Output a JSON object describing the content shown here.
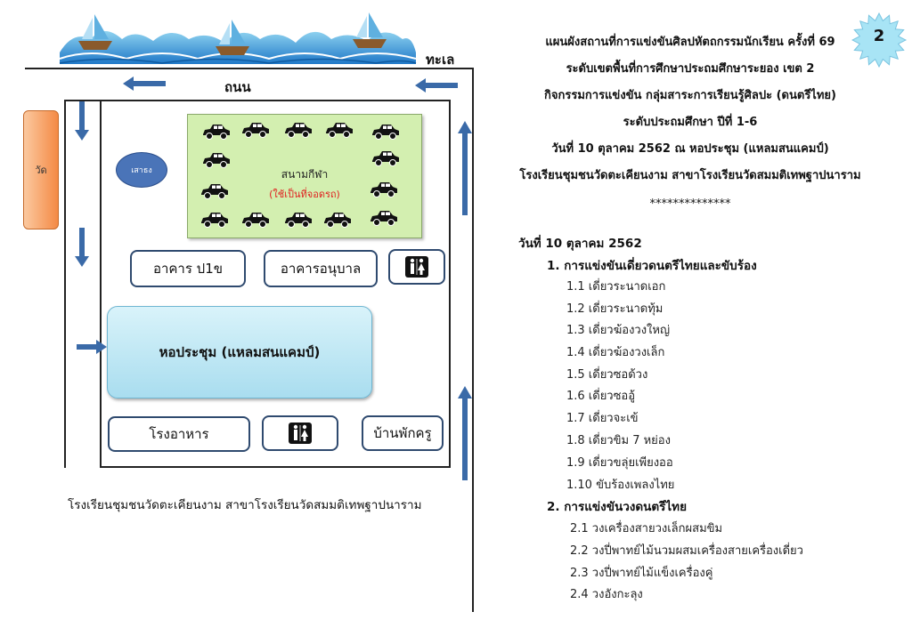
{
  "map": {
    "sea_label": "ทะเล",
    "road_label": "ถนน",
    "temple_label": "วัด",
    "flagpole_label": "เสาธง",
    "field_label": "สนามกีฬา",
    "field_note": "(ใช้เป็นที่จอดรถ)",
    "building_p1": "อาคาร ป1ข",
    "kindergarten": "อาคารอนุบาล",
    "hall": "หอประชุม (แหลมสนแคมป์)",
    "canteen": "โรงอาหาร",
    "teacher_house": "บ้านพักครู",
    "caption": "โรงเรียนชุมชนวัดตะเคียนงาม สาขาโรงเรียนวัดสมมติเทพฐาปนาราม"
  },
  "page_number": "2",
  "info": {
    "line1": "แผนผังสถานที่การแข่งขันศิลปหัตถกรรมนักเรียน ครั้งที่ 69",
    "line2": "ระดับเขตพื้นที่การศึกษาประถมศึกษาระยอง เขต 2",
    "line3": "กิจกรรมการแข่งขัน กลุ่มสาระการเรียนรู้ศิลปะ (ดนตรีไทย)",
    "line4": "ระดับประถมศึกษา ปีที่ 1-6",
    "line5": "วันที่ 10 ตุลาคม 2562 ณ หอประชุม (แหลมสนแคมป์)",
    "line6": "โรงเรียนชุมชนวัดตะเคียนงาม สาขาโรงเรียนวัดสมมติเทพฐาปนาราม",
    "separator": "**************"
  },
  "schedule": {
    "date": "วันที่ 10 ตุลาคม  2562",
    "section1_title": "1.  การแข่งขันเดี่ยวดนตรีไทยและขับร้อง",
    "section1_items": [
      "1.1 เดี่ยวระนาดเอก",
      "1.2 เดี่ยวระนาดทุ้ม",
      "1.3 เดี่ยวฆ้องวงใหญ่",
      "1.4 เดี่ยวฆ้องวงเล็ก",
      "1.5 เดี่ยวซอด้วง",
      "1.6 เดี่ยวซออู้",
      "1.7 เดี่ยวจะเข้",
      "1.8 เดี่ยวขิม 7 หย่อง",
      "1.9 เดี่ยวขลุ่ยเพียงออ",
      "1.10 ขับร้องเพลงไทย"
    ],
    "section2_title": "2.  การแข่งขันวงดนตรีไทย",
    "section2_items": [
      "2.1 วงเครื่องสายวงเล็กผสมขิม",
      "2.2 วงปี่พาทย์ไม้นวมผสมเครื่องสายเครื่องเดี่ยว",
      "2.3 วงปี่พาทย์ไม้แข็งเครื่องคู่",
      "2.4 วงอังกะลุง"
    ]
  },
  "colors": {
    "building_border": "#2f4a6f",
    "arrow": "#3a6aa8",
    "field": "#d3efb0",
    "hall": "#bfe7f3",
    "temple": "#f7a86b",
    "flagpole": "#4a74b8",
    "note_red": "#e02020"
  },
  "icons": [
    "sailboat-icon",
    "wave-icon",
    "car-icon",
    "restroom-icon",
    "arrow-icon",
    "star-badge-icon"
  ]
}
